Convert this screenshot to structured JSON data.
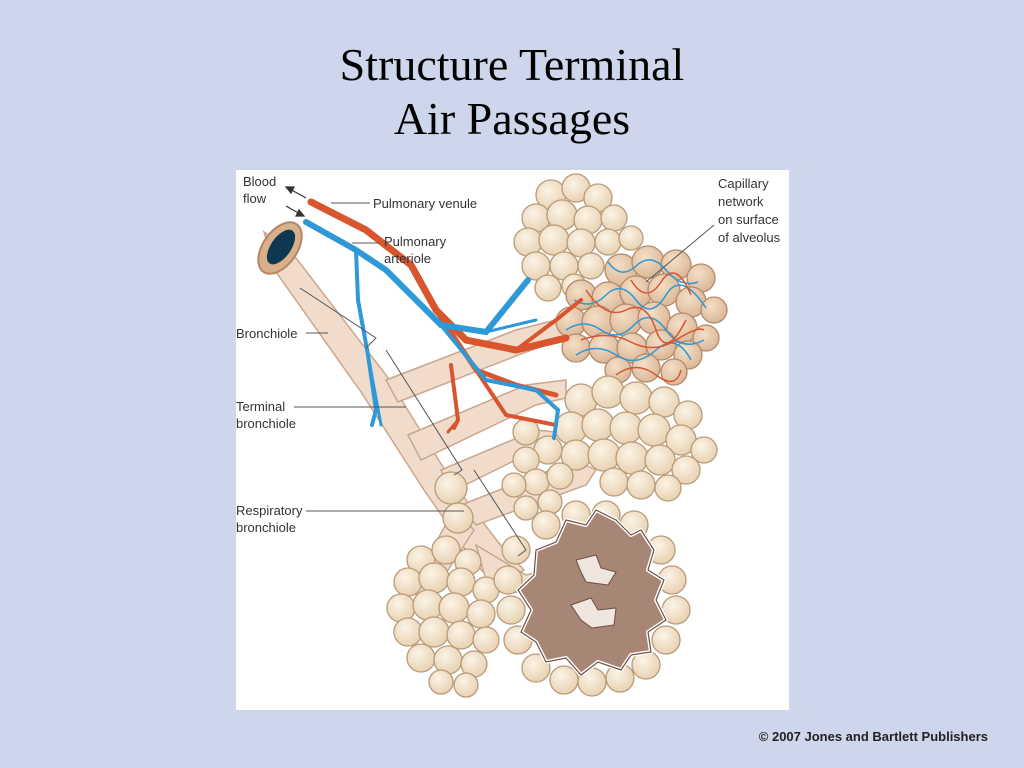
{
  "slide": {
    "title_line1": "Structure Terminal",
    "title_line2": "Air Passages",
    "copyright": "© 2007 Jones and Bartlett Publishers"
  },
  "labels": {
    "blood_flow": "Blood\nflow",
    "pulmonary_venule": "Pulmonary venule",
    "pulmonary_arteriole": "Pulmonary\n      arteriole",
    "capillary_network": "Capillary\nnetwork\non surface\nof alveolus",
    "bronchiole": "Bronchiole",
    "terminal_bronchiole": "Terminal\nbronchiole",
    "respiratory_bronchiole": "Respiratory\nbronchiole"
  },
  "colors": {
    "background": "#cdd6ea",
    "airway": "#f1dccb",
    "alveolus": "#f3e3c8",
    "venule": "#d9552e",
    "arteriole": "#2f98d6",
    "cut_alveolus": "#a88676"
  }
}
